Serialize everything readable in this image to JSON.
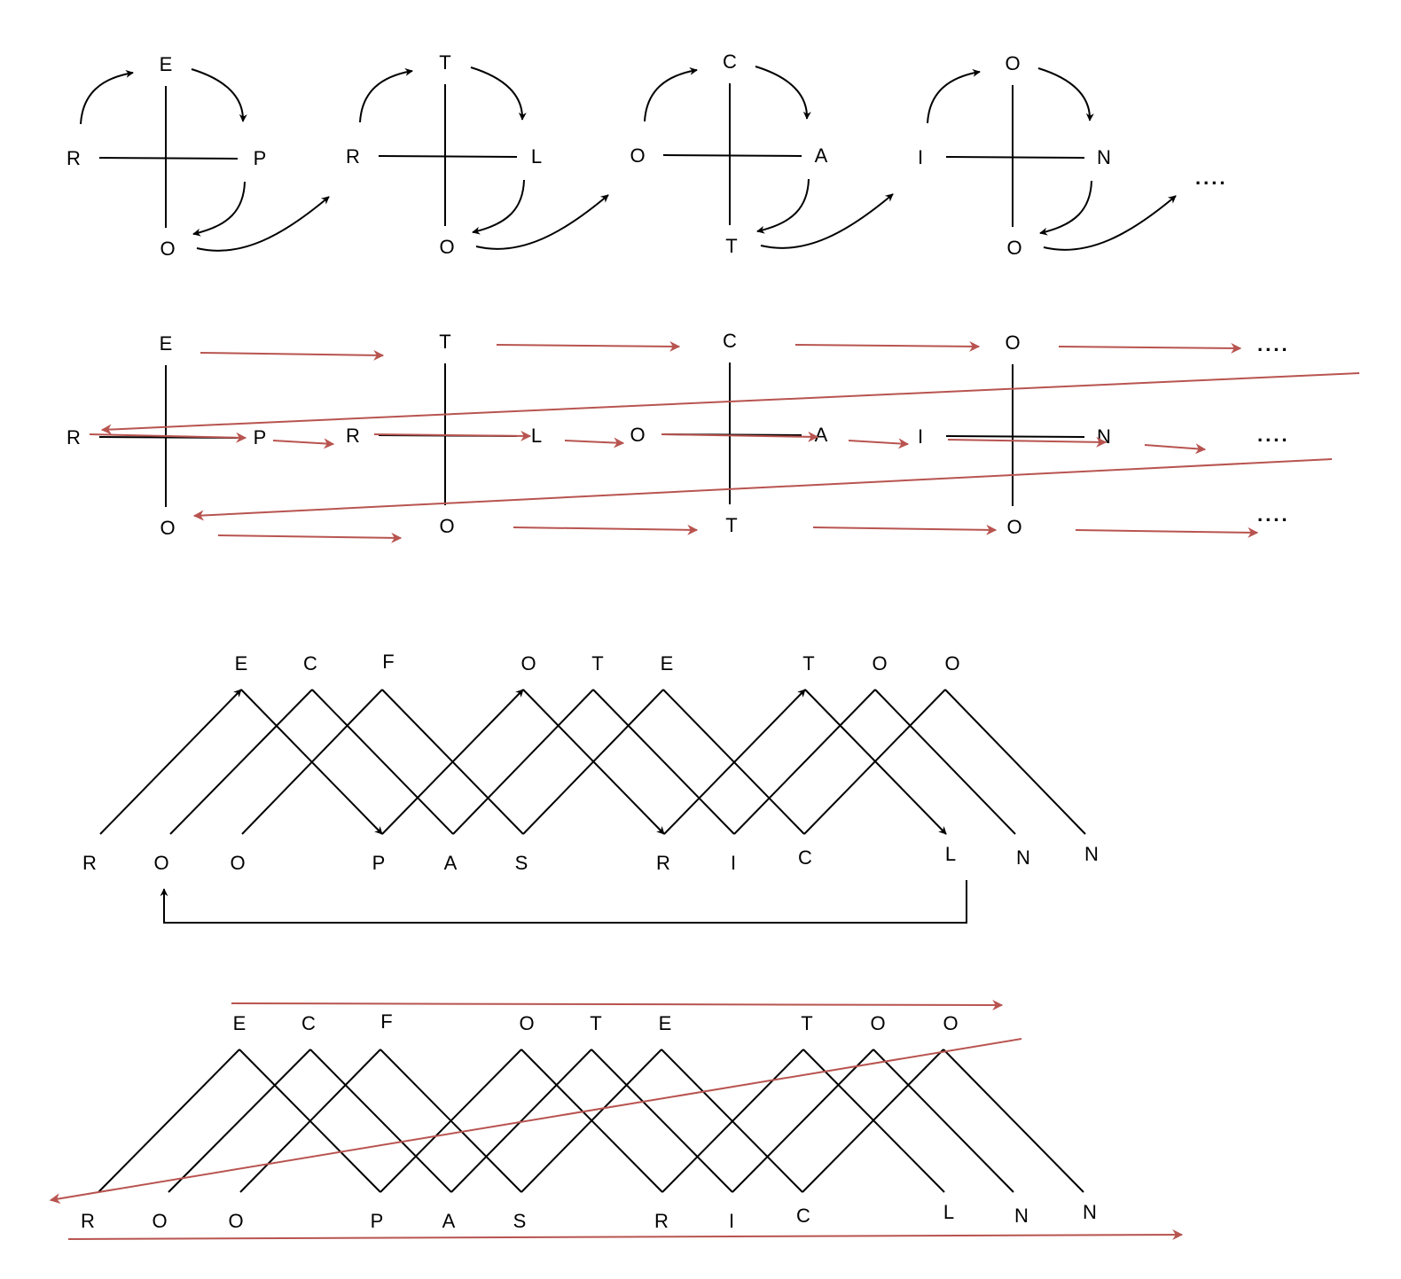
{
  "colors": {
    "ink": "#000000",
    "accent": "#b85450"
  },
  "crosses": [
    {
      "top": "E",
      "left": "R",
      "right": "P",
      "bottom": "O"
    },
    {
      "top": "T",
      "left": "R",
      "right": "L",
      "bottom": "O"
    },
    {
      "top": "C",
      "left": "O",
      "right": "A",
      "bottom": "T"
    },
    {
      "top": "O",
      "left": "I",
      "right": "N",
      "bottom": "O"
    }
  ],
  "ellipsis": "....",
  "zigzag": {
    "top": [
      "E",
      "C",
      "F",
      "O",
      "T",
      "E",
      "T",
      "O",
      "O"
    ],
    "bottom": [
      "R",
      "O",
      "O",
      "P",
      "A",
      "S",
      "R",
      "I",
      "C",
      "L",
      "N",
      "N"
    ]
  }
}
